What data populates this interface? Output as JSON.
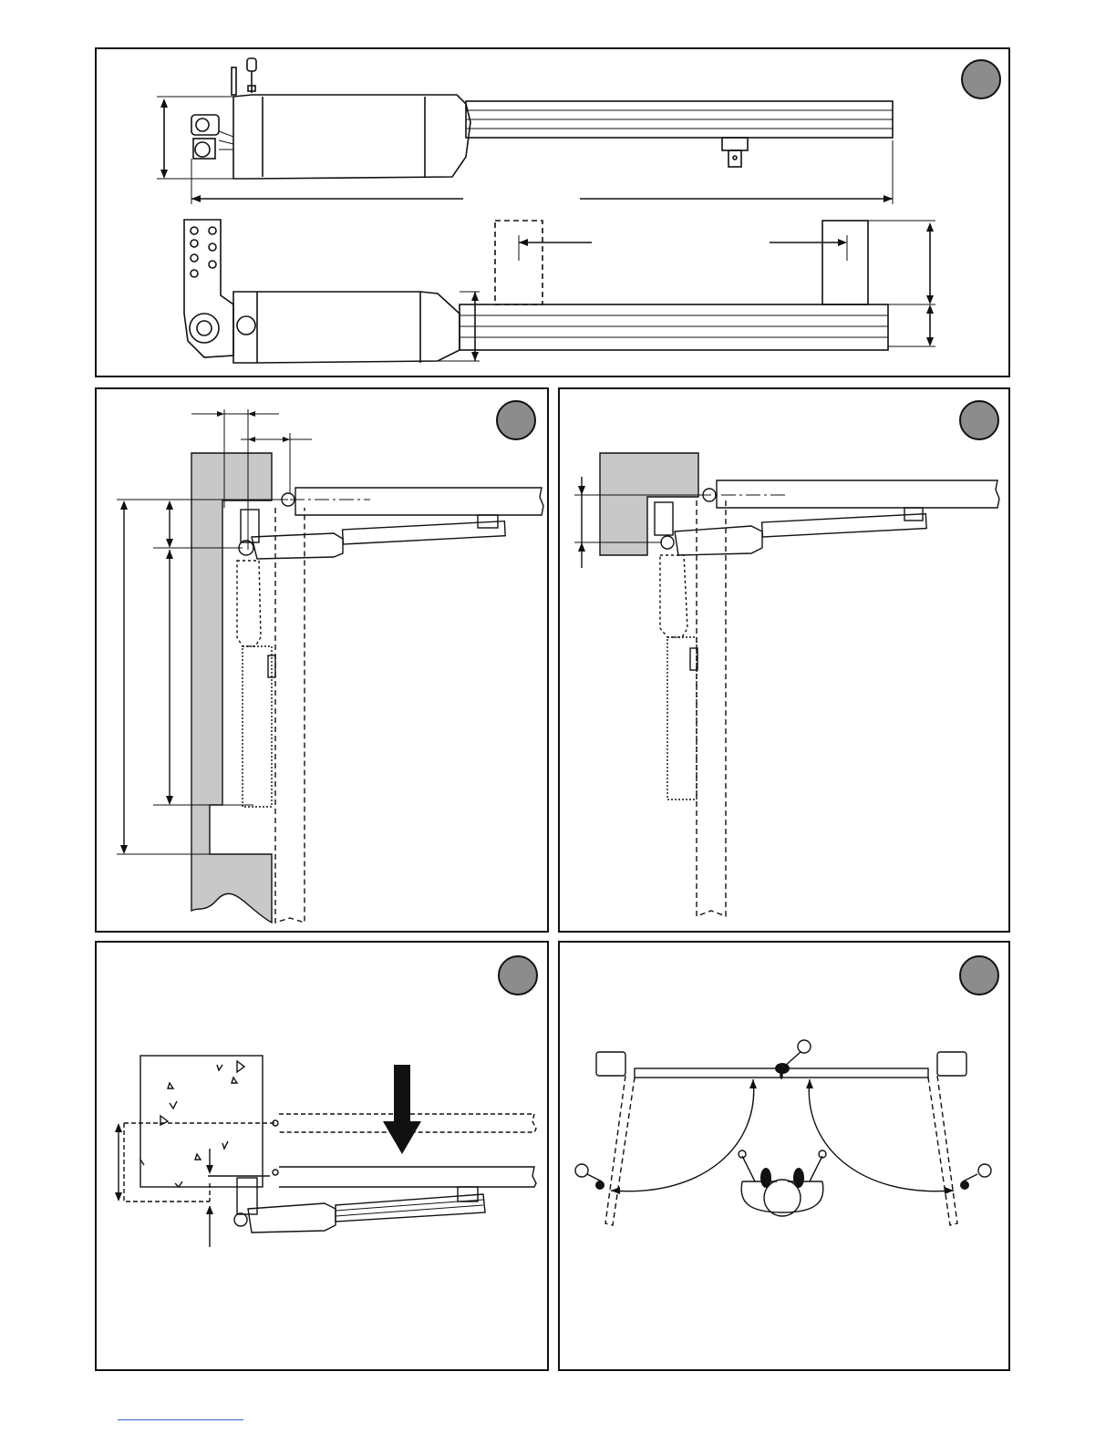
{
  "document": {
    "figures": [
      {
        "id": "fig-1",
        "label": ""
      },
      {
        "id": "fig-2",
        "label": ""
      },
      {
        "id": "fig-3",
        "label": ""
      },
      {
        "id": "fig-4",
        "label": ""
      },
      {
        "id": "fig-5",
        "label": ""
      }
    ],
    "colors": {
      "line": "#111111",
      "wall_fill": "#c8c8c8",
      "badge_fill": "#8c8c8c",
      "footer_link": "#3a5fd6"
    }
  }
}
